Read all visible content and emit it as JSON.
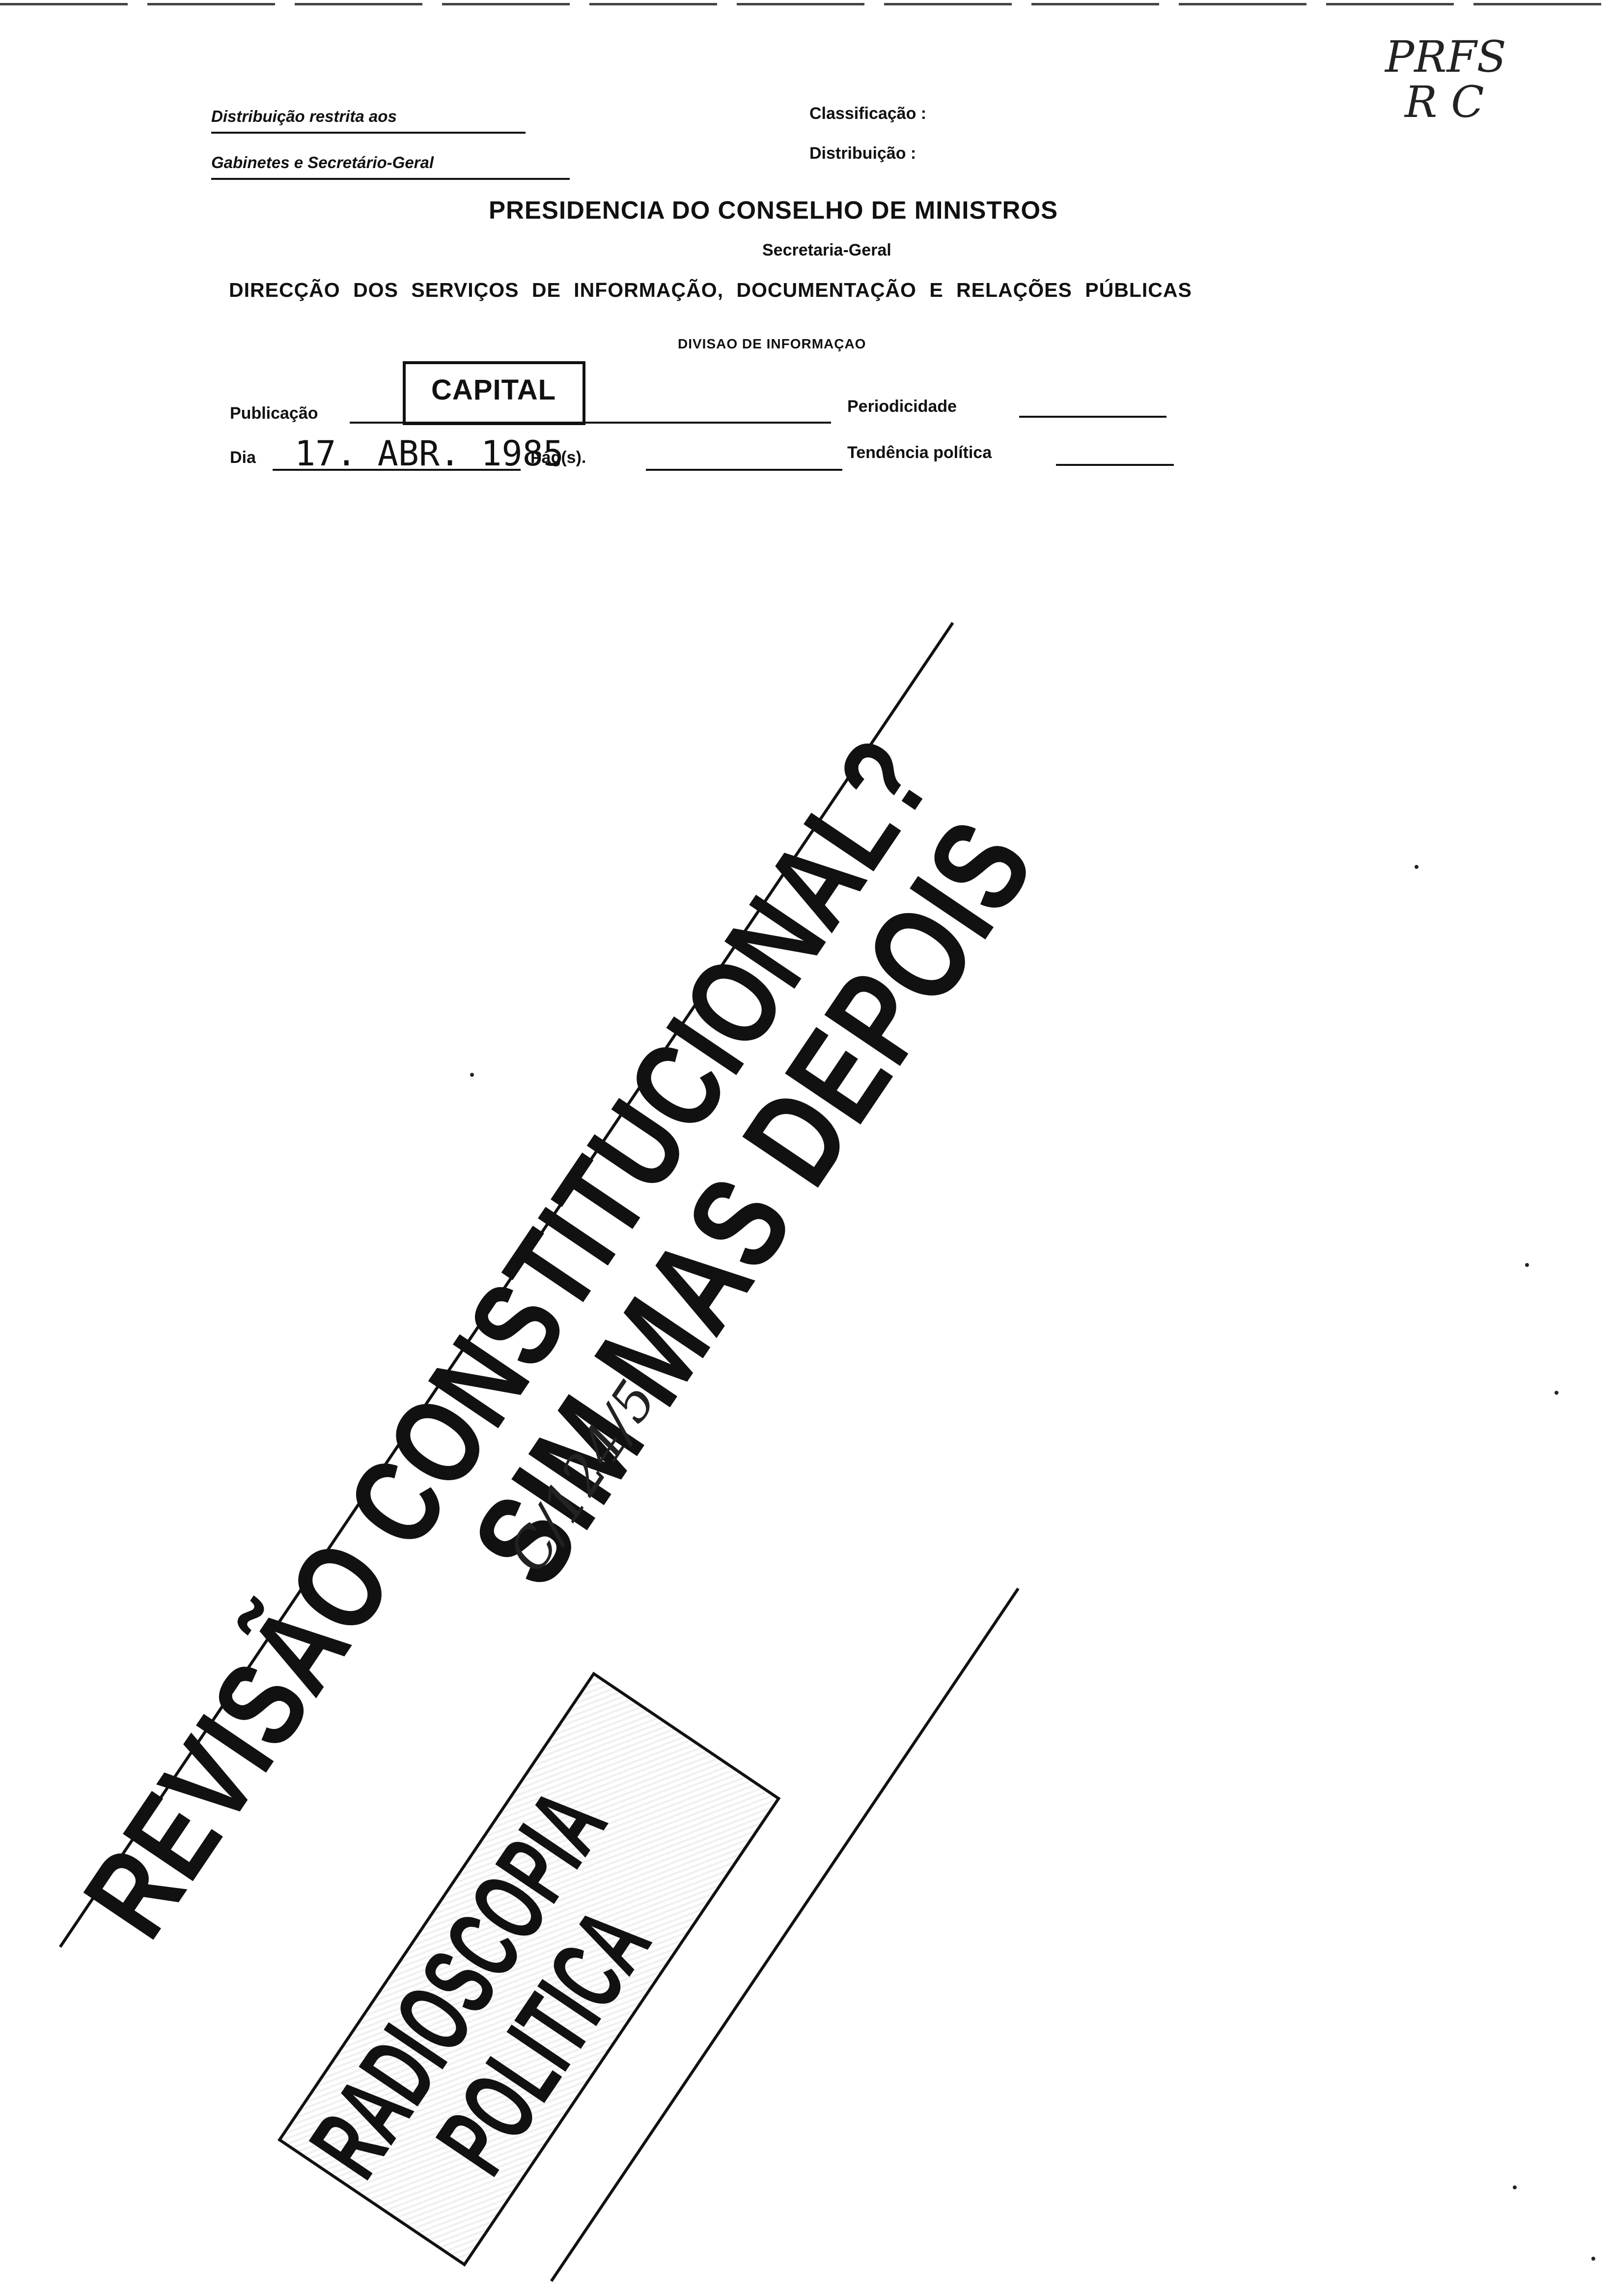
{
  "header": {
    "restricted_line1": "Distribuição restrita aos",
    "restricted_line2": "Gabinetes e Secretário-Geral",
    "classificacao_label": "Classificação :",
    "distribuicao_label": "Distribuição :",
    "handwritten_corner_line1": "PRFS",
    "handwritten_corner_line2": "R C"
  },
  "title": "PRESIDENCIA DO CONSELHO DE MINISTROS",
  "subtitle": "Secretaria-Geral",
  "direccao": "DIRECÇÃO DOS SERVIÇOS DE INFORMAÇÃO, DOCUMENTAÇÃO E RELAÇÕES PÚBLICAS",
  "divisao": "DIVISAO DE INFORMAÇAO",
  "form": {
    "publicacao_label": "Publicação",
    "publicacao_value": "CAPITAL",
    "periodicidade_label": "Periodicidade",
    "dia_label": "Dia",
    "dia_value": "17. ABR. 1985",
    "pags_label": "Pág(s).",
    "tendencia_label": "Tendência política"
  },
  "headline": {
    "line1": "REVISÃO CONSTITUCIONAL?",
    "line2": "SIM MAS DEPOIS"
  },
  "column_box": {
    "line1": "RADIOSCOPIA",
    "line2": "POLITICA"
  },
  "handwritten_note": "C/124/5"
}
